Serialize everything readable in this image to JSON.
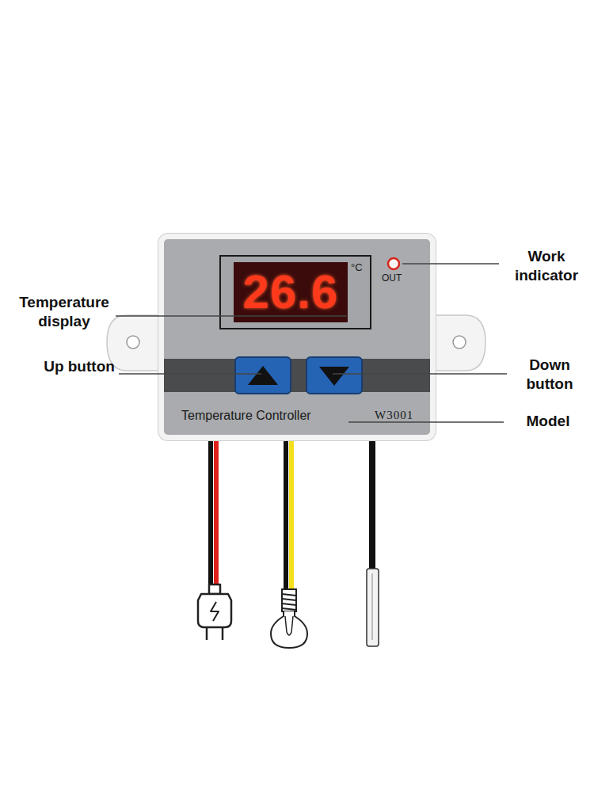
{
  "diagram": {
    "nodes": [
      {
        "text": [
          "Temperature Controller",
          "W3001"
        ]
      },
      {
        "text": [
          "26.6",
          "°C"
        ],
        "in": 0
      }
    ],
    "labels": [
      "OUT",
      "Work indicator",
      "Temperature display",
      "Up button",
      "Down button",
      "Model"
    ]
  }
}
